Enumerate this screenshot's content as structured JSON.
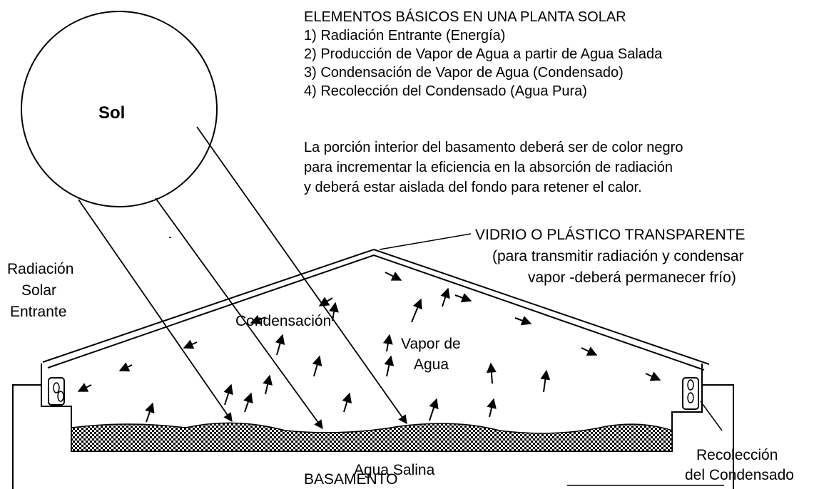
{
  "heading": {
    "title": "ELEMENTOS BÁSICOS EN UNA PLANTA SOLAR",
    "items": [
      "1) Radiación Entrante (Energía)",
      "2) Producción de Vapor de Agua a partir de Agua Salada",
      "3) Condensación de Vapor de Agua (Condensado)",
      "4) Recolección del Condensado (Agua Pura)"
    ]
  },
  "note": [
    "La porción interior del basamento deberá ser de color negro",
    "para incrementar la eficiencia en la absorción de radiación",
    "y deberá estar aislada del fondo para retener el calor."
  ],
  "labels": {
    "sun": "Sol",
    "radiation": [
      "Radiación",
      "Solar",
      "Entrante"
    ],
    "glass_title": "VIDRIO O PLÁSTICO TRANSPARENTE",
    "glass_note": [
      "(para transmitir radiación y condensar",
      "vapor -deberá permanecer frío)"
    ],
    "condensation": "Condensación",
    "vapor": [
      "Vapor de",
      "Agua"
    ],
    "saline": "Agua Salina",
    "base": "BASAMENTO",
    "collection": [
      "Recolección",
      "del Condensado"
    ]
  }
}
